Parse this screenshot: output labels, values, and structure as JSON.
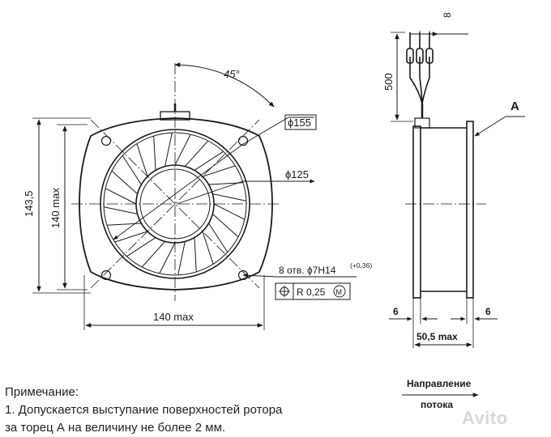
{
  "front_view": {
    "angle_label": "45°",
    "height_total_label": "143,5",
    "height_max_label": "140 max",
    "width_max_label": "140 max",
    "outer_dia_label": "ϕ155",
    "inner_dia_label": "ϕ125",
    "holes_label": "8 отв. ϕ7H14",
    "holes_tolerance": "(+0,36)",
    "position_tolerance": "R 0,25",
    "position_modifier": "M"
  },
  "side_view": {
    "lead_pitch_label": "8",
    "lead_length_label": "500",
    "face_label": "A",
    "flange_left_label": "6",
    "flange_right_label": "6",
    "depth_label": "50,5 max",
    "flow_label_1": "Направление",
    "flow_label_2": "потока"
  },
  "notes": {
    "title": "Примечание:",
    "line1": "1. Допускается выступание поверхностей ротора",
    "line2": "за торец А на величину не более 2 мм."
  },
  "watermark": "Avito"
}
